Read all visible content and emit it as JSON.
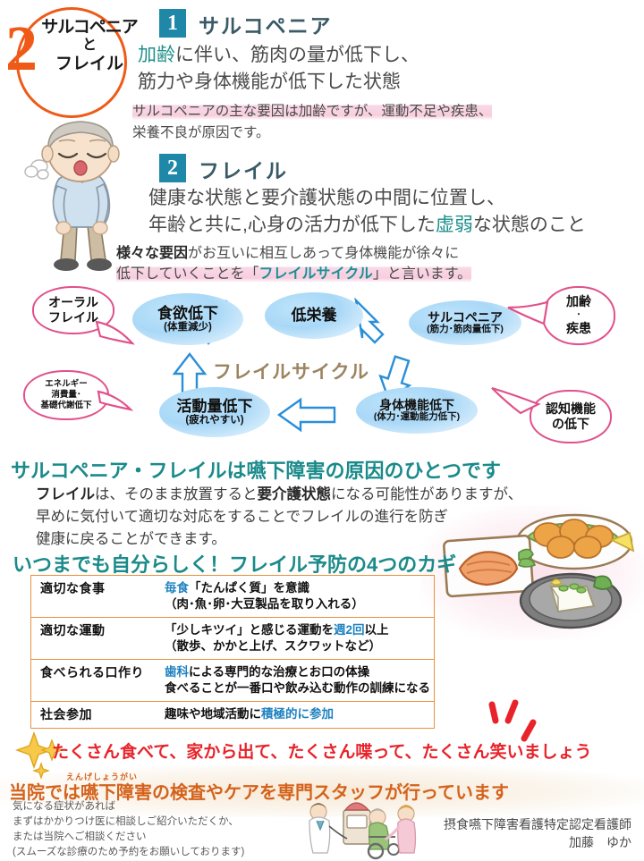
{
  "badge": {
    "number": "2",
    "line1": "サルコペニア",
    "line2": "と",
    "line3": "フレイル"
  },
  "section1": {
    "number": "1",
    "title": "サルコペニア",
    "body_line1_highlight": "加齢",
    "body_line1_rest": "に伴い、筋肉の量が低下し、",
    "body_line2": "筋力や身体機能が低下した状態",
    "note_line1": "サルコペニアの主な要因は加齢ですが、運動不足や疾患、",
    "note_line2": "栄養不良が原因です。"
  },
  "section2": {
    "number": "2",
    "title": "フレイル",
    "body_line1": "健康な状態と要介護状態の中間に位置し、",
    "body_line2_a": "年齢と共に,心身の活力が低下した",
    "body_line2_hl": "虚弱",
    "body_line2_b": "な状態のこと",
    "note_line1_bold": "様々な要因",
    "note_line1_rest": "がお互いに相互しあって身体機能が徐々に",
    "note_line2_a": "低下していくことを「",
    "note_line2_hl": "フレイルサイクル",
    "note_line2_b": "」と言います。"
  },
  "cycle": {
    "label": "フレイルサイクル",
    "nodes": [
      {
        "name": "appetite",
        "main": "食欲低下",
        "sub": "(体重減少)"
      },
      {
        "name": "malnutrition",
        "main": "低栄養",
        "sub": ""
      },
      {
        "name": "sarcopenia",
        "main": "サルコペニア",
        "sub": "(筋力･筋肉量低下)"
      },
      {
        "name": "physical-function",
        "main": "身体機能低下",
        "sub": "(体力･運動能力低下)"
      },
      {
        "name": "activity",
        "main": "活動量低下",
        "sub": "(疲れやすい)"
      }
    ],
    "bubbles": [
      {
        "name": "oral-frailty",
        "lines": [
          "オーラル",
          "フレイル"
        ]
      },
      {
        "name": "energy",
        "lines": [
          "エネルギー",
          "消費量･",
          "基礎代謝低下"
        ]
      },
      {
        "name": "aging-disease",
        "lines": [
          "加齢",
          "･",
          "疾患"
        ]
      },
      {
        "name": "cognitive",
        "lines": [
          "認知機能",
          "の低下"
        ]
      }
    ]
  },
  "dysphagia": {
    "heading": "サルコペニア・フレイルは嚥下障害の原因のひとつです",
    "para_line1_a": "フレイル",
    "para_line1_b": "は、そのまま放置すると",
    "para_line1_c": "要介護状態",
    "para_line1_d": "になる可能性がありますが、",
    "para_line2": "早めに気付いて適切な対応をすることでフレイルの進行を防ぎ",
    "para_line3": "健康に戻ることができます。"
  },
  "prevention": {
    "heading": "いつまでも自分らしく！フレイル予防の4つのカギ",
    "rows": [
      {
        "key": "適切な食事",
        "value_line1_hl": "毎食",
        "value_line1_rest": "「たんぱく質」を意識",
        "value_line2": "（肉･魚･卵･大豆製品を取り入れる）"
      },
      {
        "key": "適切な運動",
        "value_line1_a": "「少しキツイ」と感じる運動を",
        "value_line1_hl": "週2回",
        "value_line1_b": "以上",
        "value_line2": "（散歩、かかと上げ、スクワットなど）"
      },
      {
        "key": "食べられる口作り",
        "value_line1_hl": "歯科",
        "value_line1_rest": "による専門的な治療とお口の体操",
        "value_line2": "食べることが一番口や飲み込む動作の訓練になる"
      },
      {
        "key": "社会参加",
        "value_line1_a": "趣味や地域活動に",
        "value_line1_hl": "積極的に参加",
        "value_line1_b": "",
        "value_line2": ""
      }
    ]
  },
  "closing": {
    "red_message": "たくさん食べて、家から出て、たくさん喋って、たくさん笑いましょう",
    "orange_ruby": "えんげしょうがい",
    "orange_message": "当院では嚥下障害の検査やケアを専門スタッフが行っています"
  },
  "footer": {
    "note_line1": "気になる症状があれば",
    "note_line2": "まずはかかりつけ医に相談しご紹介いただくか、",
    "note_line3": "または当院へご相談ください",
    "note_line4": "(スムーズな診療のため予約をお願いしております)",
    "sign_title": "摂食嚥下障害看護特定認定看護師",
    "sign_name": "加藤　ゆか"
  },
  "colors": {
    "orange": "#ef5a18",
    "teal_heading": "#1a8a8a",
    "blue_box": "#1f87a8",
    "table_border": "#e8913f",
    "pink_bubble": "#e0518a",
    "red_text": "#e8232a",
    "cycle_label": "#9c8460"
  }
}
